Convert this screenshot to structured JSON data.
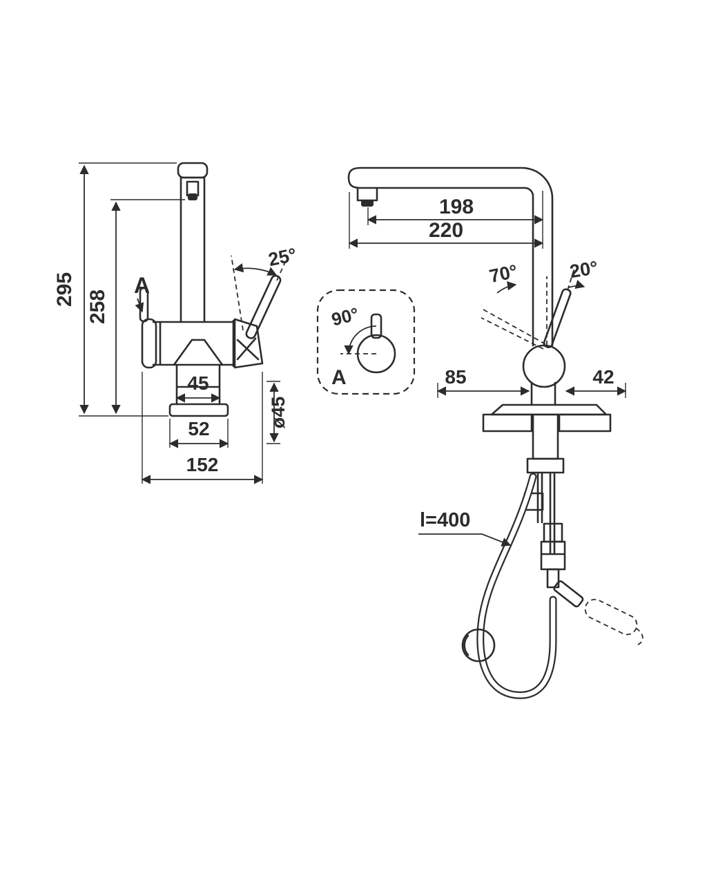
{
  "front_view": {
    "height_total": "295",
    "height_to_aerator": "258",
    "section_label": "A",
    "handle_angle": "25°",
    "neck_width": "45",
    "base_width": "52",
    "overall_width": "152",
    "base_diameter": "ø45"
  },
  "detail_view": {
    "rotation_angle": "90°",
    "section_label": "A"
  },
  "side_view": {
    "spout_reach": "198",
    "overall_depth": "220",
    "handle_angle_back": "70°",
    "handle_angle_front": "20°",
    "offset_front": "85",
    "offset_back": "42",
    "hose_length": "l=400"
  }
}
